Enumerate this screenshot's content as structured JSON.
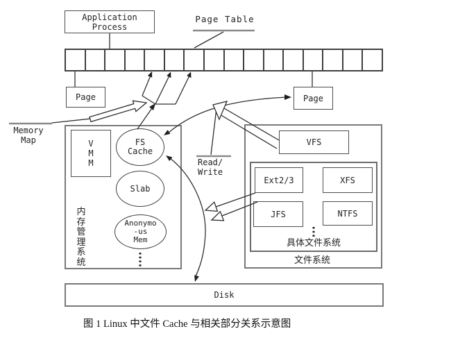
{
  "diagram": {
    "caption": "图 1  Linux 中文件 Cache 与相关部分关系示意图",
    "colors": {
      "line": "#2e2e2e",
      "gray_rule": "#8a8a8a",
      "background": "#ffffff"
    },
    "page_table": {
      "label": "Page Table",
      "cells": 16
    },
    "labels": {
      "application_process": "Application\nProcess",
      "page_left": "Page",
      "page_right": "Page",
      "memory_map": "Memory\nMap",
      "read_write": "Read/\nWrite",
      "disk": "Disk"
    },
    "memory_management": {
      "title_vertical": "内\n存\n管\n理\n系\n统",
      "vmm": "V\nM\nM",
      "fs_cache": "FS\nCache",
      "slab": "Slab",
      "anonymous_mem": "Anonymo\n-us\nMem"
    },
    "file_system": {
      "title": "文件系统",
      "vfs": "VFS",
      "concrete_group": "具体文件系统",
      "ext23": "Ext2/3",
      "xfs": "XFS",
      "jfs": "JFS",
      "ntfs": "NTFS"
    }
  }
}
